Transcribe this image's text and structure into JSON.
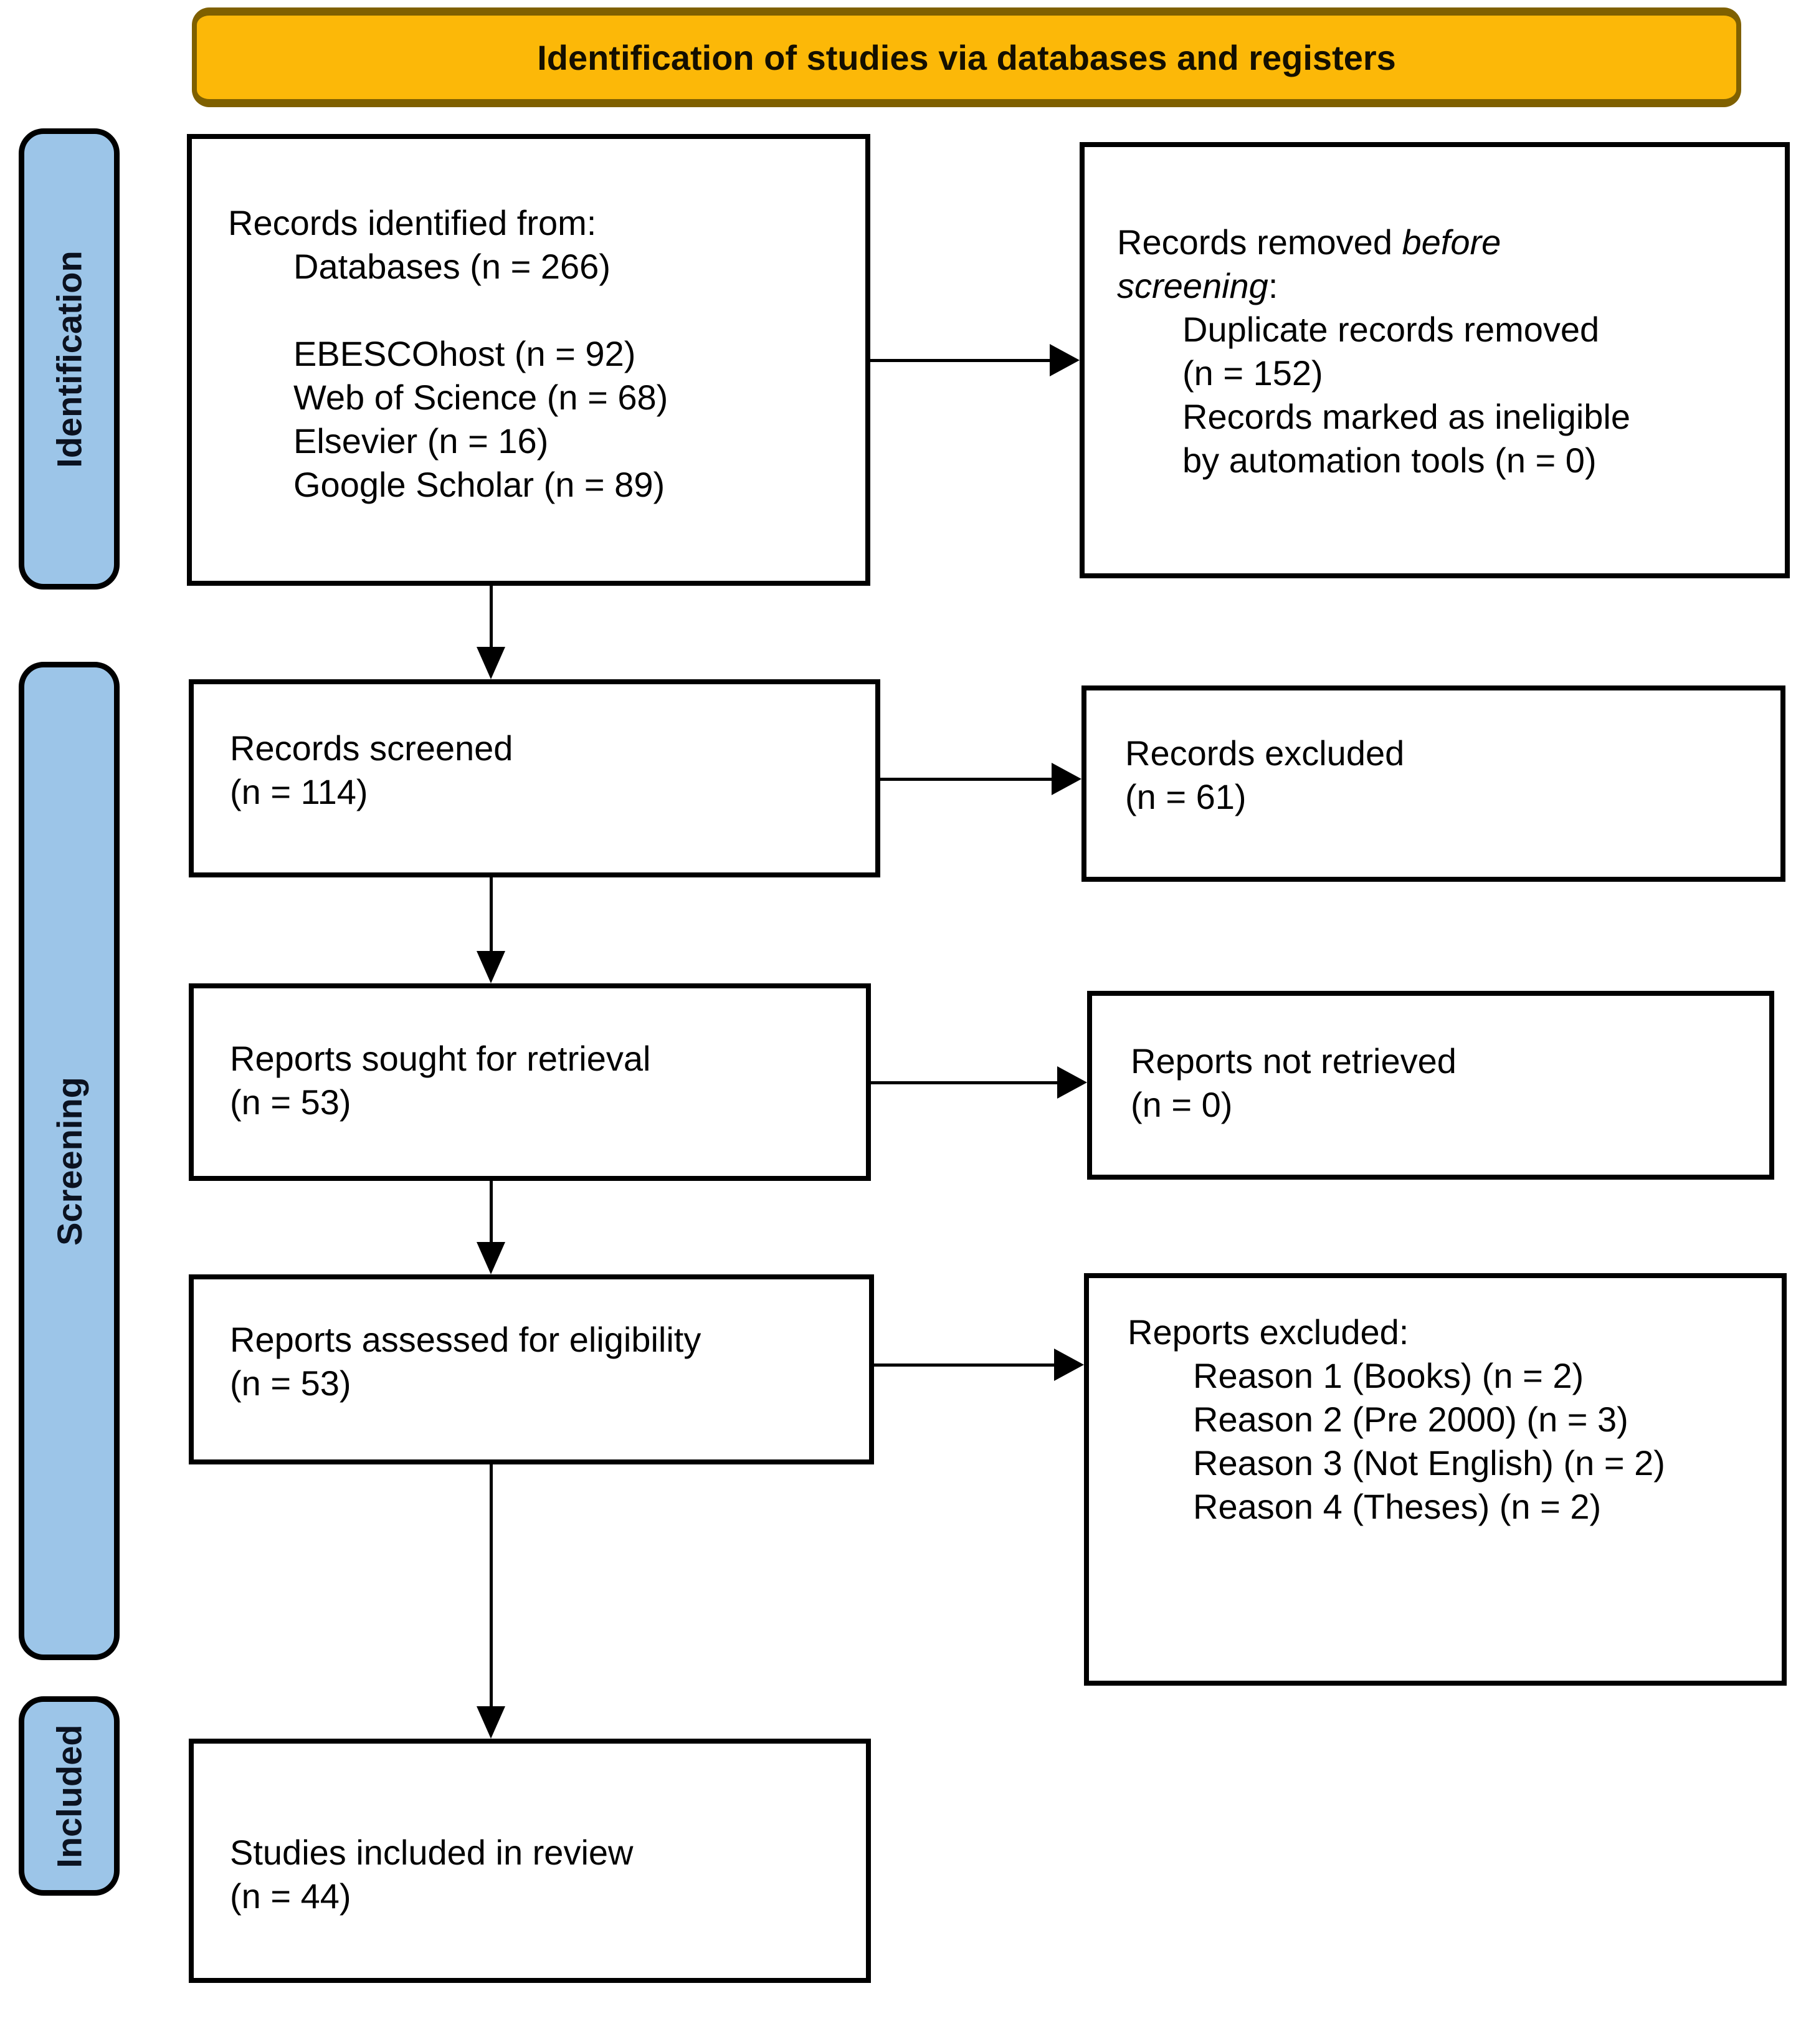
{
  "header": {
    "title": "Identification of studies via databases and registers"
  },
  "stages": [
    {
      "label": "Identification"
    },
    {
      "label": "Screening"
    },
    {
      "label": "Included"
    }
  ],
  "boxes": {
    "records_identified": {
      "intro": "Records identified from:",
      "databases_total": "Databases (n = 266)",
      "sources": [
        "EBESCOhost (n = 92)",
        "Web of Science (n = 68)",
        "Elsevier (n = 16)",
        "Google Scholar (n = 89)"
      ]
    },
    "records_removed": {
      "lead": "Records removed ",
      "italic_1": "before",
      "italic_2": "screening",
      "colon": ":",
      "items": [
        "Duplicate records removed",
        "(n = 152)",
        "Records marked as ineligible",
        "by automation tools (n = 0)"
      ]
    },
    "records_screened": {
      "label": "Records screened",
      "count": "(n = 114)"
    },
    "records_excluded": {
      "label": "Records excluded",
      "count": "(n = 61)"
    },
    "reports_sought": {
      "label": "Reports sought for retrieval",
      "count": "(n = 53)"
    },
    "reports_not_retrieved": {
      "label": "Reports not retrieved",
      "count": "(n = 0)"
    },
    "reports_assessed": {
      "label": "Reports assessed for eligibility",
      "count": "(n = 53)"
    },
    "reports_excluded": {
      "title": "Reports excluded:",
      "reasons": [
        "Reason 1 (Books) (n = 2)",
        "Reason 2 (Pre 2000) (n = 3)",
        "Reason 3 (Not English) (n = 2)",
        "Reason 4 (Theses) (n = 2)"
      ]
    },
    "studies_included": {
      "label": "Studies included in review",
      "count": "(n = 44)"
    }
  },
  "colors": {
    "header_bg": "#FCB808",
    "header_border": "#7F6000",
    "stage_bg": "#9CC5E8",
    "stage_border": "#000000",
    "box_bg": "#FFFFFF",
    "box_border": "#000000",
    "arrow": "#000000",
    "text": "#000000"
  }
}
